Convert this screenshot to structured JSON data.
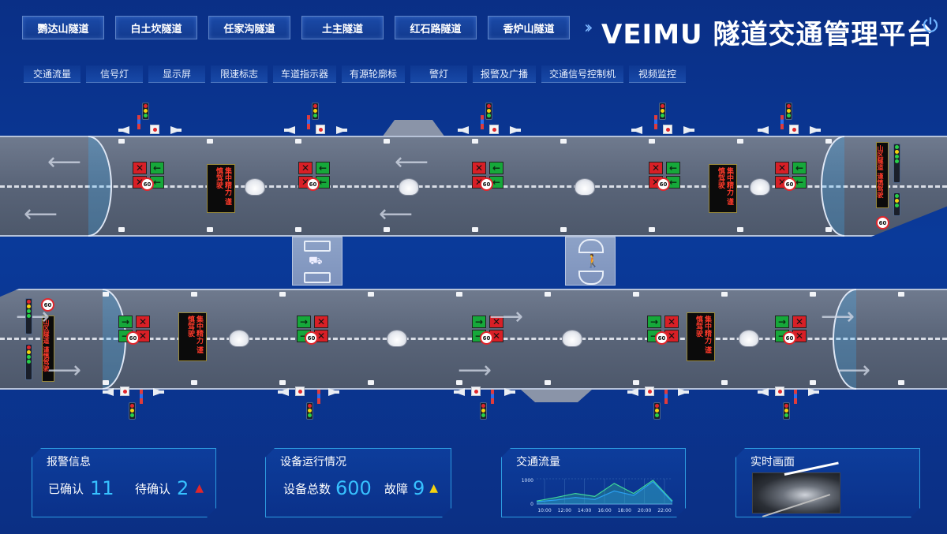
{
  "tunnel_tabs": [
    "鹦达山隧道",
    "白土坎隧道",
    "任家沟隧道",
    "土主隧道",
    "红石路隧道",
    "香炉山隧道"
  ],
  "app_title": "VEIMU 隧道交通管理平台",
  "functions": [
    "交通流量",
    "信号灯",
    "显示屏",
    "限速标志",
    "车道指示器",
    "有源轮廓标",
    "警灯",
    "报警及广播",
    "交通信号控制机",
    "视频监控"
  ],
  "speed_limit": "60",
  "vms_text": "集中精力 谨慎驾驶",
  "portal_sign_text": "山区隧道 谨慎驾驶",
  "alarm": {
    "title": "报警信息",
    "confirmed_label": "已确认",
    "confirmed": "11",
    "pending_label": "待确认",
    "pending": "2"
  },
  "device": {
    "title": "设备运行情况",
    "total_label": "设备总数",
    "total": "600",
    "fault_label": "故障",
    "fault": "9"
  },
  "traffic": {
    "title": "交通流量",
    "y_tick": [
      "1000",
      "0"
    ],
    "x_ticks": [
      "10:00",
      "12:00",
      "14:00",
      "16:00",
      "18:00",
      "20:00",
      "22:00"
    ],
    "series": [
      {
        "color": "#3fd89a",
        "values": [
          120,
          260,
          420,
          300,
          820,
          420,
          940,
          120
        ]
      },
      {
        "color": "#2a9ff0",
        "values": [
          90,
          160,
          260,
          180,
          520,
          340,
          880,
          80
        ]
      }
    ]
  },
  "video": {
    "title": "实时画面"
  },
  "colors": {
    "accent": "#37c1ff",
    "alarm": "#e0262c",
    "warn": "#f5d20e"
  }
}
